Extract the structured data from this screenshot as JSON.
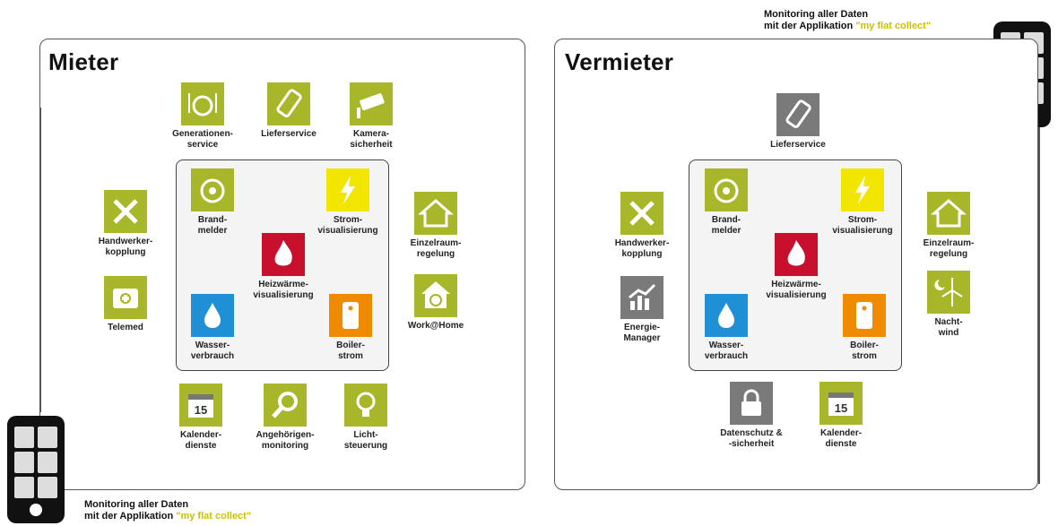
{
  "mieter": {
    "title": "Mieter",
    "tiles": [
      {
        "label": "Generationen-\nservice",
        "icon": "dining-icon"
      },
      {
        "label": "Lieferservice",
        "icon": "phone-icon"
      },
      {
        "label": "Kamera-\nsicherheit",
        "icon": "camera-icon"
      },
      {
        "label": "Handwerker-\nkopplung",
        "icon": "tools-icon"
      },
      {
        "label": "Telemed",
        "icon": "medkit-icon"
      },
      {
        "label": "Einzelraum-\nregelung",
        "icon": "house-icon"
      },
      {
        "label": "Work@Home",
        "icon": "at-house-icon"
      },
      {
        "label": "Kalender-\ndienste",
        "icon": "calendar-icon"
      },
      {
        "label": "Angehörigen-\nmonitoring",
        "icon": "magnifier-icon"
      },
      {
        "label": "Licht-\nsteuerung",
        "icon": "bulb-icon"
      }
    ],
    "core": [
      {
        "label": "Brand-\nmelder",
        "icon": "smoke-detector-icon"
      },
      {
        "label": "Strom-\nvisualisierung",
        "icon": "lightning-icon"
      },
      {
        "label": "Heizwärme-\nvisualisierung",
        "icon": "flame-icon"
      },
      {
        "label": "Wasser-\nverbrauch",
        "icon": "water-drop-icon"
      },
      {
        "label": "Boiler-\nstrom",
        "icon": "boiler-icon"
      }
    ]
  },
  "vermieter": {
    "title": "Vermieter",
    "tiles": [
      {
        "label": "Lieferservice",
        "icon": "phone-icon"
      },
      {
        "label": "Handwerker-\nkopplung",
        "icon": "tools-icon"
      },
      {
        "label": "Energie-\nManager",
        "icon": "chart-icon"
      },
      {
        "label": "Einzelraum-\nregelung",
        "icon": "house-icon"
      },
      {
        "label": "Nacht-\nwind",
        "icon": "wind-turbine-icon"
      },
      {
        "label": "Datenschutz &\n-sicherheit",
        "icon": "lock-icon"
      },
      {
        "label": "Kalender-\ndienste",
        "icon": "calendar-icon"
      }
    ],
    "core": [
      {
        "label": "Brand-\nmelder",
        "icon": "smoke-detector-icon"
      },
      {
        "label": "Strom-\nvisualisierung",
        "icon": "lightning-icon"
      },
      {
        "label": "Heizwärme-\nvisualisierung",
        "icon": "flame-icon"
      },
      {
        "label": "Wasser-\nverbrauch",
        "icon": "water-drop-icon"
      },
      {
        "label": "Boiler-\nstrom",
        "icon": "boiler-icon"
      }
    ]
  },
  "monitoring": {
    "line1": "Monitoring aller Daten",
    "line2_prefix": "mit der Applikation ",
    "app_name": "\"my flat collect\""
  },
  "colors": {
    "green": "#a8b62a",
    "yellow": "#f2e500",
    "red": "#c8102e",
    "blue": "#1f8fd6",
    "orange": "#f08a00",
    "grey": "#7a7a7a",
    "highlight": "#c9c200"
  }
}
